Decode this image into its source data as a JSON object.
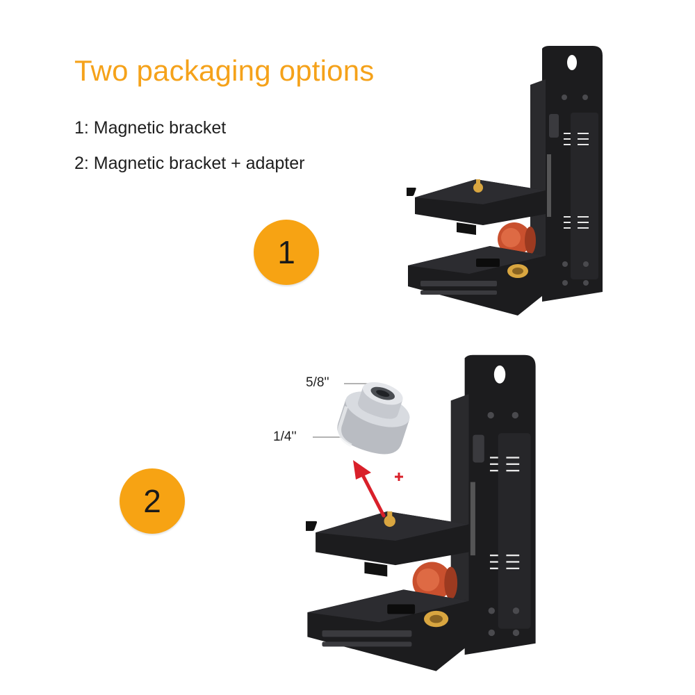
{
  "title": "Two packaging options",
  "options": [
    {
      "label": "1: Magnetic bracket"
    },
    {
      "label": "2: Magnetic bracket + adapter"
    }
  ],
  "badges": [
    {
      "number": "1"
    },
    {
      "number": "2"
    }
  ],
  "adapter_labels": {
    "top": "5/8''",
    "bottom": "1/4''"
  },
  "colors": {
    "accent": "#f5a21a",
    "badge": "#f7a313",
    "bracket": "#1c1c1e",
    "knob": "#c9502e",
    "brass": "#d9a640",
    "arrow": "#d9202a"
  }
}
